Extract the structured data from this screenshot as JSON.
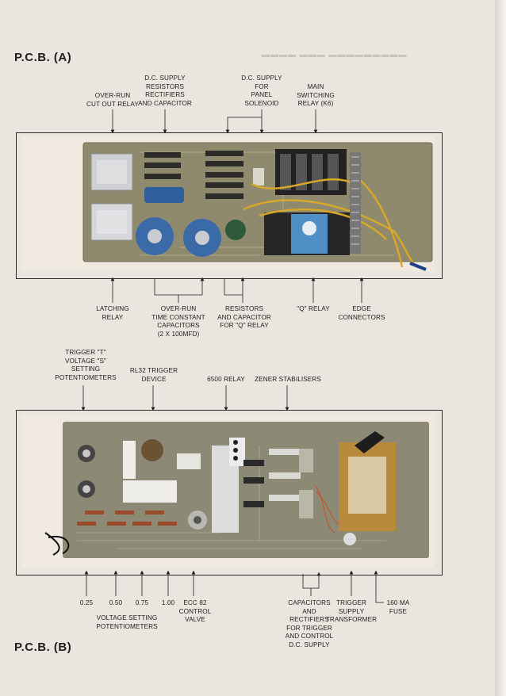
{
  "pcb_a": {
    "heading": "P.C.B. (A)",
    "top_labels": {
      "over_run_cut_out_relay": [
        "OVER-RUN",
        "CUT OUT RELAY"
      ],
      "dc_supply_resistors": [
        "D.C. SUPPLY",
        "RESISTORS",
        "RECTIFIERS",
        "AND CAPACITOR"
      ],
      "dc_supply_panel_solenoid": [
        "D.C. SUPPLY",
        "FOR",
        "PANEL",
        "SOLENOID"
      ],
      "main_switching_relay": [
        "MAIN",
        "SWITCHING",
        "RELAY (K6)"
      ]
    },
    "bottom_labels": {
      "latching_relay": [
        "LATCHING",
        "RELAY"
      ],
      "over_run_time_constant": [
        "OVER-RUN",
        "TIME CONSTANT",
        "CAPACITORS",
        "(2 x 100MFD)"
      ],
      "resistors_capacitor_q": [
        "RESISTORS",
        "AND CAPACITOR",
        "FOR \"Q\" RELAY"
      ],
      "q_relay": [
        "\"Q\" RELAY"
      ],
      "edge_connectors": [
        "EDGE",
        "CONNECTORS"
      ]
    }
  },
  "pcb_b": {
    "heading": "P.C.B. (B)",
    "top_labels": {
      "trigger_potentiometers": [
        "TRIGGER \"T\"",
        "VOLTAGE \"S\"",
        "SETTING",
        "POTENTIOMETERS"
      ],
      "rl32_trigger": [
        "RL32 TRIGGER",
        "DEVICE"
      ],
      "relay_6500": [
        "6500 RELAY"
      ],
      "zener_stabilisers": [
        "ZENER STABILISERS"
      ]
    },
    "bottom_labels": {
      "v025": [
        "0.25"
      ],
      "v050": [
        "0.50"
      ],
      "v075": [
        "0.75"
      ],
      "v100": [
        "1.00"
      ],
      "voltage_setting_potentiometers": [
        "VOLTAGE SETTING",
        "POTENTIOMETERS"
      ],
      "ecc82_control_valve": [
        "ECC 82",
        "CONTROL",
        "VALVE"
      ],
      "capacitors_rectifiers": [
        "CAPACITORS",
        "AND",
        "RECTIFIERS",
        "FOR TRIGGER",
        "AND CONTROL",
        "D.C. SUPPLY"
      ],
      "trigger_supply_transformer": [
        "TRIGGER",
        "SUPPLY",
        "TRANSFORMER"
      ],
      "fuse_160ma": [
        "160 MA",
        "FUSE"
      ]
    }
  }
}
